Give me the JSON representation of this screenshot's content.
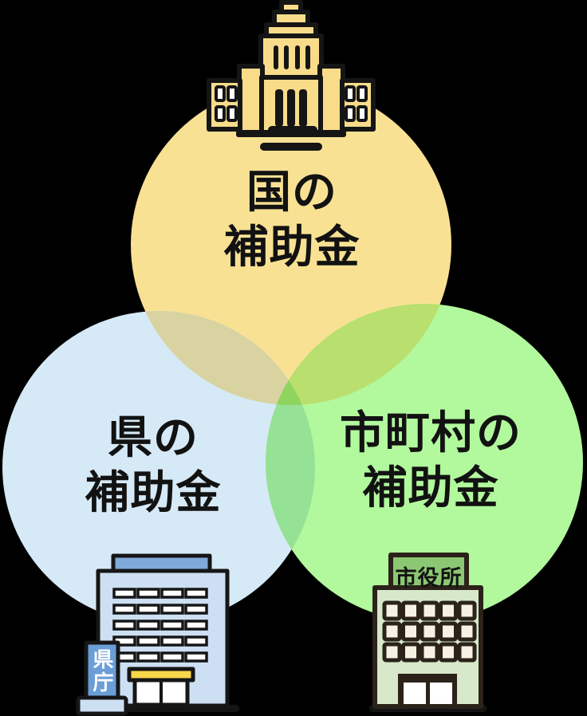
{
  "background_color": "#000000",
  "venn": {
    "circles": [
      {
        "id": "national",
        "label_line1": "国の",
        "label_line2": "補助金",
        "fill": "#F9E194"
      },
      {
        "id": "prefecture",
        "label_line1": "県の",
        "label_line2": "補助金",
        "fill": "#D6E9F7"
      },
      {
        "id": "municipal",
        "label_line1": "市町村の",
        "label_line2": "補助金",
        "fill": "#B2F89D"
      }
    ],
    "overlaps": {
      "national_prefecture": "#D8D3A0",
      "national_municipal": "#B9DF6E",
      "prefecture_municipal": "#95E195",
      "center": "#8FD45F"
    }
  },
  "buildings": {
    "national_diet": {
      "fill": "#F8DC8A",
      "outline": "#151515",
      "window_fill": "#FFFFFF"
    },
    "prefectural_office": {
      "sign_text": "県庁",
      "body_fill": "#CDDFF3",
      "roof_fill": "#7FA9DB",
      "sign_fill": "#6B9ED7",
      "awning_fill": "#F7D84B",
      "window_fill": "#FFFFFF",
      "outline": "#161616"
    },
    "city_hall": {
      "sign_text": "市役所",
      "body_fill": "#D7E8CB",
      "sign_fill": "#8CC873",
      "window_fill": "#F5F2E4",
      "door_fill": "#FFFFFF",
      "outline": "#2B2219"
    }
  }
}
